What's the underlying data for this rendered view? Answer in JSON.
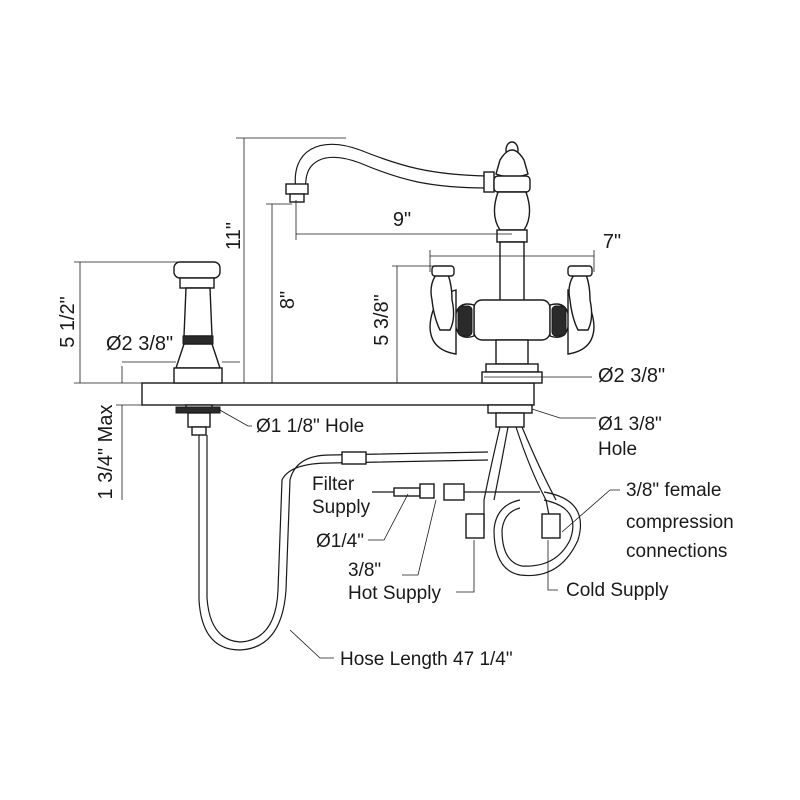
{
  "dimensions": {
    "total_height": "11\"",
    "spout_height": "8\"",
    "spout_reach": "9\"",
    "handle_spread": "7\"",
    "handle_height": "5 3/8\"",
    "sprayer_height": "5 1/2\"",
    "sprayer_base_diameter": "Ø2 3/8\"",
    "faucet_base_diameter": "Ø2 3/8\"",
    "max_deck_thickness": "1 3/4\" Max"
  },
  "callouts": {
    "sprayer_hole": "Ø1 1/8\" Hole",
    "faucet_hole_line1": "Ø1 3/8\"",
    "faucet_hole_line2": "Hole",
    "filter_supply_line1": "Filter",
    "filter_supply_line2": "Supply",
    "filter_diameter": "Ø1/4\"",
    "hot_supply_line1": "3/8\"",
    "hot_supply_line2": "Hot Supply",
    "compression_line1": "3/8\" female",
    "compression_line2": "compression",
    "compression_line3": "connections",
    "cold_supply": "Cold Supply",
    "hose_length": "Hose Length 47 1/4\""
  }
}
